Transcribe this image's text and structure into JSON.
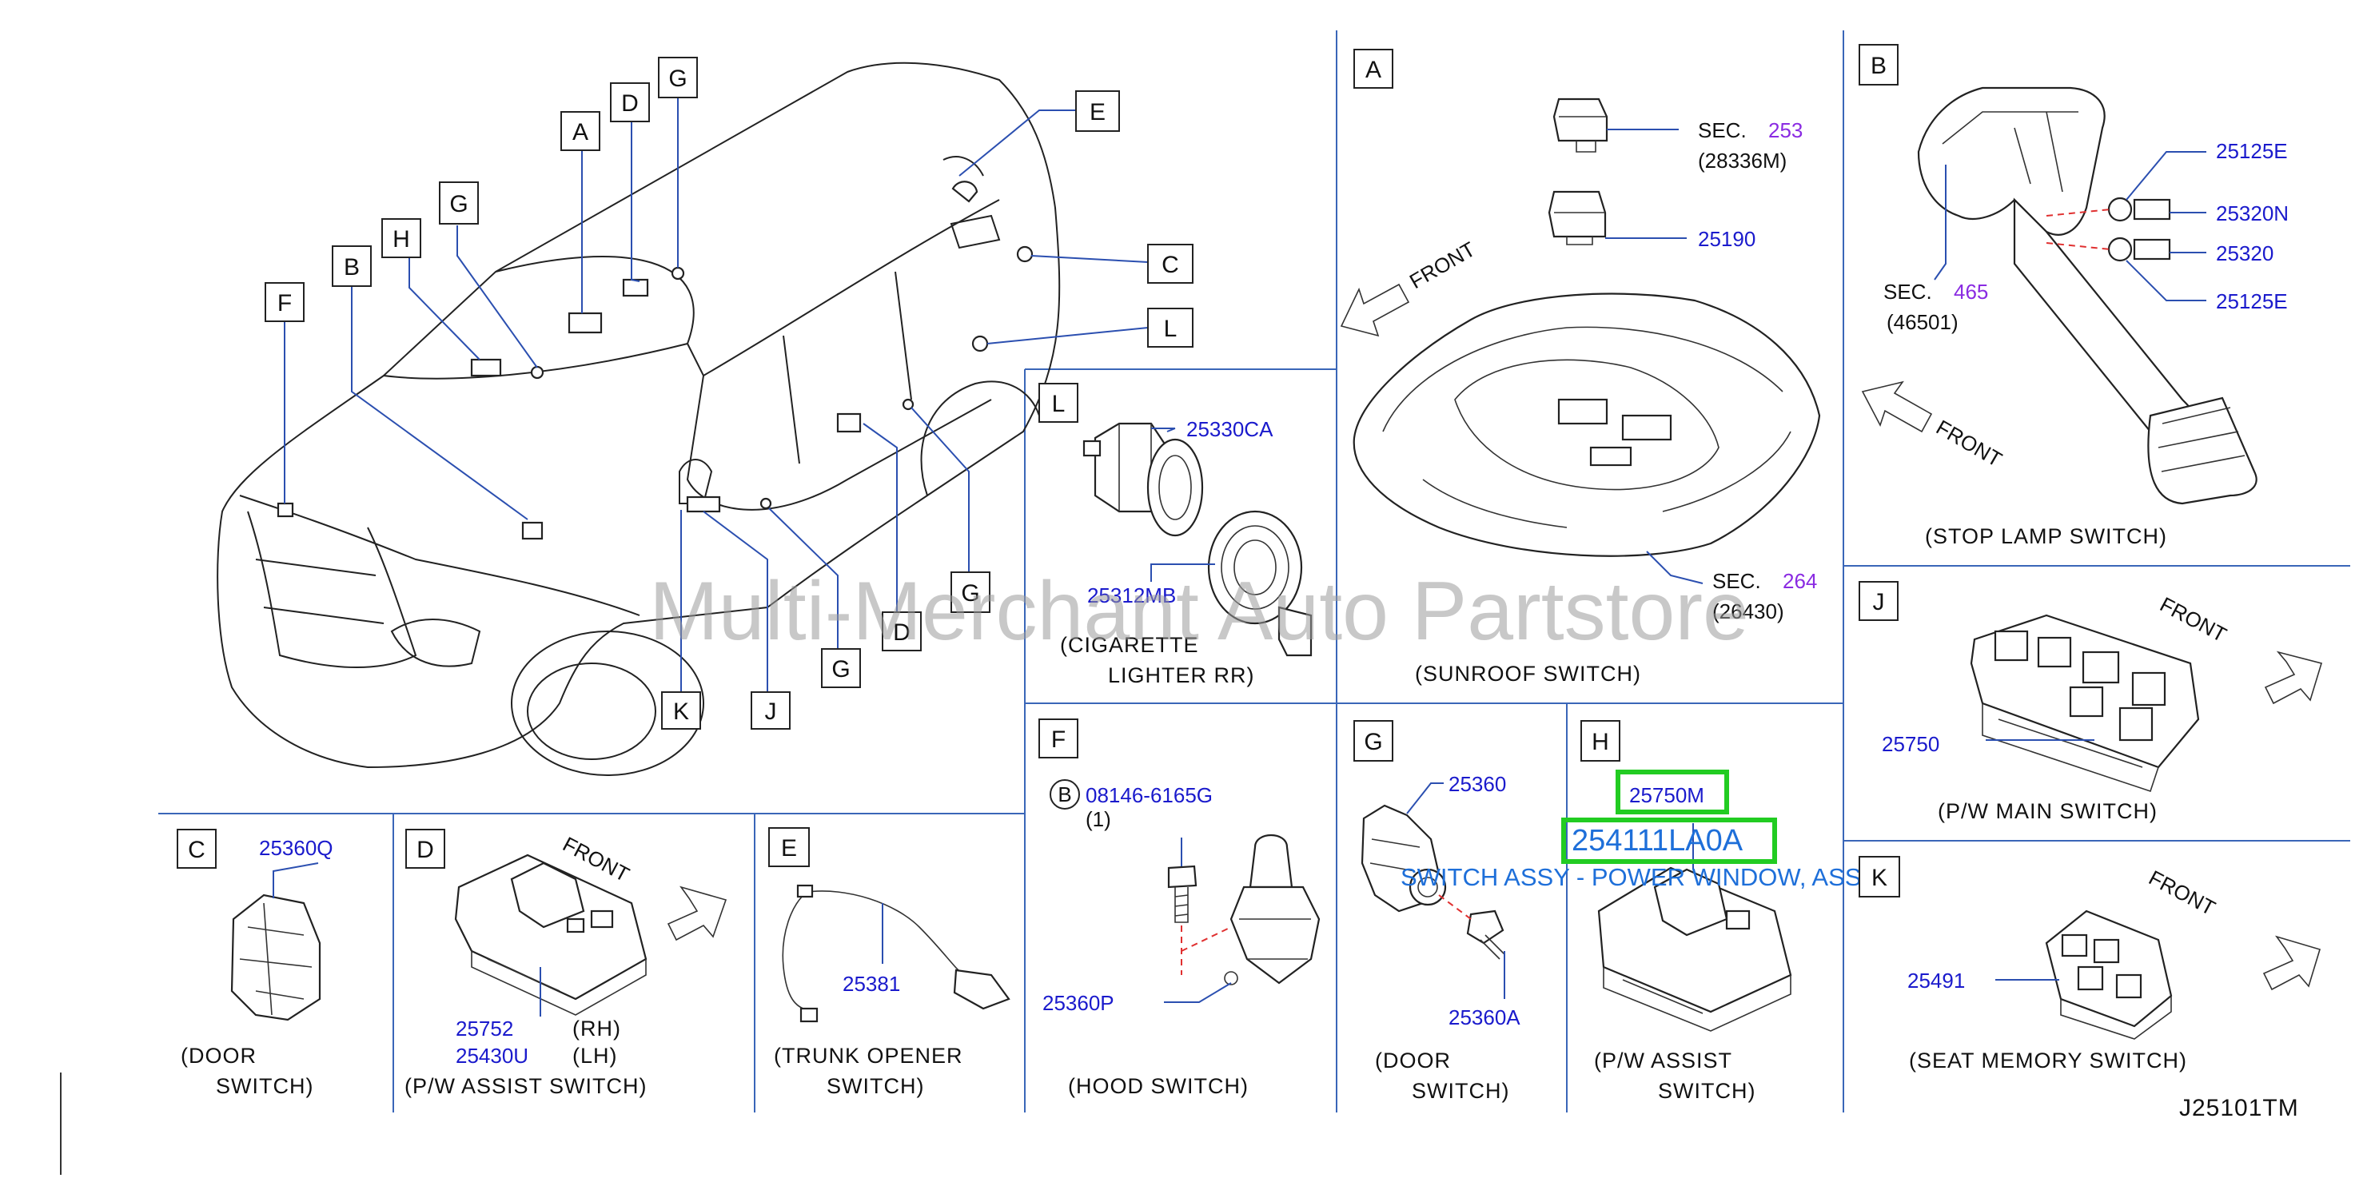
{
  "diagram_id": "J25101TM",
  "watermark": "Multi-Merchant Auto Partstore",
  "front_label": "FRONT",
  "sec_label": "SEC.",
  "car_callouts": [
    "A",
    "D",
    "G",
    "E",
    "H",
    "G",
    "B",
    "C",
    "L",
    "F",
    "K",
    "J",
    "G",
    "D",
    "G"
  ],
  "panels": {
    "A": {
      "letter": "A",
      "caption": "(SUNROOF   SWITCH)",
      "sec1": "253",
      "sec1_ref": "(28336M)",
      "part": "25190",
      "sec2": "264",
      "sec2_ref": "(26430)"
    },
    "B": {
      "letter": "B",
      "caption": "(STOP   LAMP   SWITCH)",
      "sec": "465",
      "sec_ref": "(46501)",
      "parts": [
        "25125E",
        "25320N",
        "25320",
        "25125E"
      ]
    },
    "L": {
      "letter": "L",
      "caption1": "(CIGARETTE",
      "caption2": "LIGHTER   RR)",
      "parts": [
        "25330CA",
        "25312MB"
      ]
    },
    "J": {
      "letter": "J",
      "caption": "(P/W   MAIN   SWITCH)",
      "part": "25750"
    },
    "C": {
      "letter": "C",
      "caption1": "(DOOR",
      "caption2": "SWITCH)",
      "part": "25360Q"
    },
    "D": {
      "letter": "D",
      "caption": "(P/W   ASSIST   SWITCH)",
      "part_rh": "25752",
      "rh": "(RH)",
      "part_lh": "25430U",
      "lh": "(LH)"
    },
    "E": {
      "letter": "E",
      "caption1": "(TRUNK   OPENER",
      "caption2": "SWITCH)",
      "part": "25381"
    },
    "F": {
      "letter": "F",
      "caption": "(HOOD   SWITCH)",
      "bolt_ref": "B",
      "bolt": "08146-6165G",
      "bolt_qty": "(1)",
      "part": "25360P"
    },
    "G": {
      "letter": "G",
      "caption1": "(DOOR",
      "caption2": "SWITCH)",
      "parts": [
        "25360",
        "25360A"
      ]
    },
    "H": {
      "letter": "H",
      "caption1": "(P/W   ASSIST",
      "caption2": "SWITCH)",
      "part": "25750M",
      "highlight_part": "254111LA0A",
      "tooltip": "SWITCH ASSY - POWER WINDOW, ASSIST"
    },
    "K": {
      "letter": "K",
      "caption": "(SEAT   MEMORY   SWITCH)",
      "part": "25491"
    }
  },
  "colors": {
    "part_number": "#1a1acc",
    "section": "#8a2be2",
    "highlight": "#22cc22",
    "tooltip": "#1e6fd9",
    "divider": "#3a66b8"
  }
}
